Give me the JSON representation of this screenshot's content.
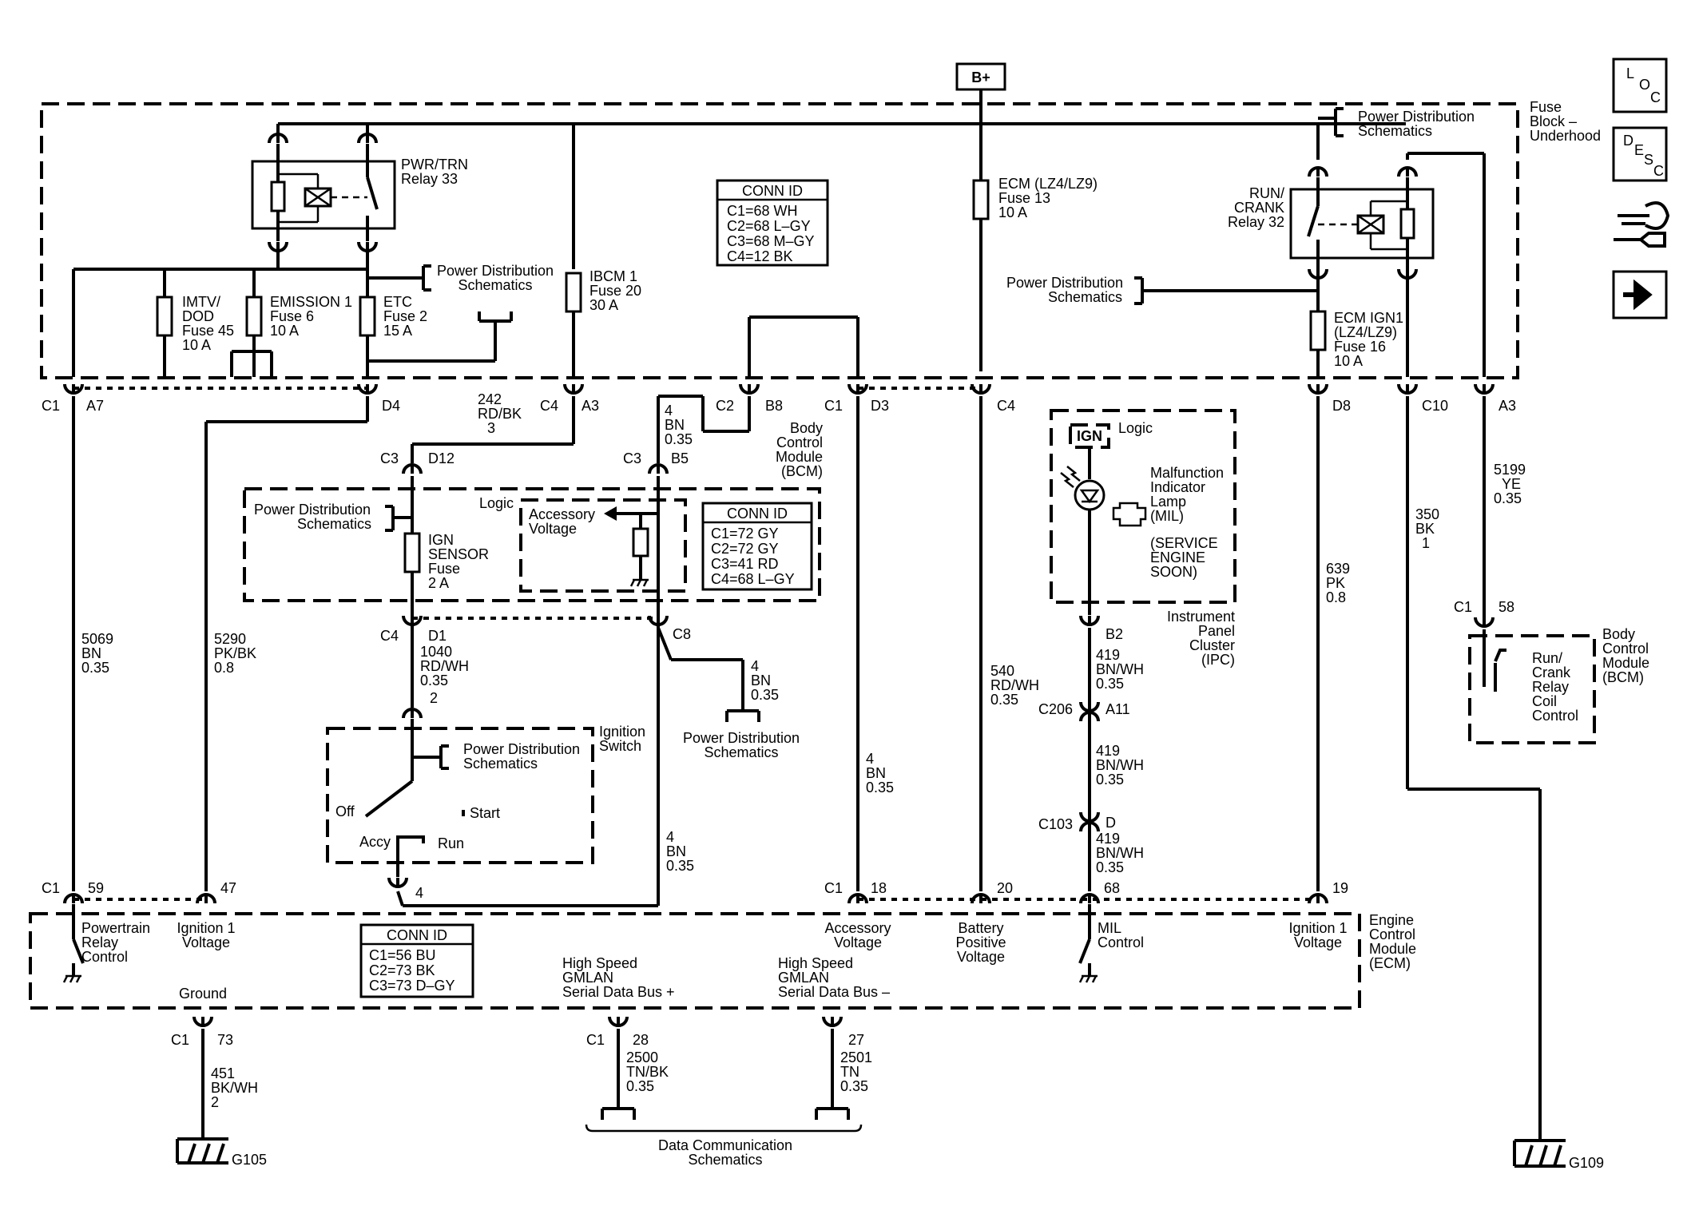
{
  "battery": "B+",
  "nav_icons": {
    "loc": [
      "L",
      "O",
      "C"
    ],
    "desc": [
      "D",
      "E",
      "S",
      "C"
    ],
    "connector_icon": "connector-icon",
    "arrow_icon": "right-arrow-icon"
  },
  "fuse_block": {
    "title": [
      "Fuse",
      "Block –",
      "Underhood"
    ]
  },
  "pwr_trn_relay": [
    "PWR/TRN",
    "Relay 33"
  ],
  "run_crank_relay": [
    "RUN/",
    "CRANK",
    "Relay 32"
  ],
  "pds_label": [
    "Power Distribution",
    "Schematics"
  ],
  "fuse_imtv": [
    "IMTV/",
    "DOD",
    "Fuse 45",
    "10 A"
  ],
  "fuse_emission": [
    "EMISSION 1",
    "Fuse 6",
    "10 A"
  ],
  "fuse_etc": [
    "ETC",
    "Fuse 2",
    "15 A"
  ],
  "fuse_ibcm": [
    "IBCM 1",
    "Fuse 20",
    "30 A"
  ],
  "fuse_ecm": [
    "ECM (LZ4/LZ9)",
    "Fuse 13",
    "10 A"
  ],
  "fuse_ecm_ign": [
    "ECM IGN1",
    "(LZ4/LZ9)",
    "Fuse 16",
    "10 A"
  ],
  "fuse_ign_sensor": [
    "IGN",
    "SENSOR",
    "Fuse",
    "2 A"
  ],
  "conn_fuse_block": {
    "title": "CONN ID",
    "rows": [
      "C1=68 WH",
      "C2=68 L–GY",
      "C3=68 M–GY",
      "C4=12 BK"
    ]
  },
  "conn_bcm": {
    "title": "CONN ID",
    "rows": [
      "C1=72 GY",
      "C2=72 GY",
      "C3=41 RD",
      "C4=68 L–GY"
    ]
  },
  "conn_ecm": {
    "title": "CONN ID",
    "rows": [
      "C1=56 BU",
      "C2=73 BK",
      "C3=73 D–GY"
    ]
  },
  "fb_pins": {
    "c1": "C1",
    "a7": "A7",
    "d4": "D4",
    "c4": "C4",
    "a3": "A3",
    "c2": "C2",
    "b8": "B8",
    "c1b": "C1",
    "d3": "D3",
    "c4b": "C4",
    "d8": "D8",
    "c10": "C10",
    "a3b": "A3"
  },
  "bcm": {
    "label": [
      "Body",
      "Control",
      "Module",
      "(BCM)"
    ],
    "logic": "Logic",
    "accessory": [
      "Accessory",
      "Voltage"
    ],
    "c3": "C3",
    "d12": "D12",
    "c3b": "C3",
    "b5": "B5",
    "c4": "C4",
    "d1": "D1",
    "c8": "C8"
  },
  "bcm_right": {
    "label": [
      "Body",
      "Control",
      "Module",
      "(BCM)"
    ],
    "c1": "C1",
    "pin": "58",
    "text": [
      "Run/",
      "Crank",
      "Relay",
      "Coil",
      "Control"
    ]
  },
  "ipc": {
    "ign": "IGN",
    "logic": "Logic",
    "mil": [
      "Malfunction",
      "Indicator",
      "Lamp",
      "(MIL)"
    ],
    "service": [
      "(SERVICE",
      "ENGINE",
      "SOON)"
    ],
    "label": [
      "Instrument",
      "Panel",
      "Cluster",
      "(IPC)"
    ],
    "b2": "B2"
  },
  "ignition_switch": {
    "label": [
      "Ignition",
      "Switch"
    ],
    "off": "Off",
    "start": "Start",
    "accy": "Accy",
    "run": "Run",
    "pin_top": "2",
    "pin_bot": "4"
  },
  "wires": {
    "w242": [
      "242",
      "RD/BK",
      "3"
    ],
    "w4a": [
      "4",
      "BN",
      "0.35"
    ],
    "w5069": [
      "5069",
      "BN",
      "0.35"
    ],
    "w5290": [
      "5290",
      "PK/BK",
      "0.8"
    ],
    "w1040": [
      "1040",
      "RD/WH",
      "0.35"
    ],
    "w4b": [
      "4",
      "BN",
      "0.35"
    ],
    "w4c": [
      "4",
      "BN",
      "0.35"
    ],
    "w4d": [
      "4",
      "BN",
      "0.35"
    ],
    "w540": [
      "540",
      "RD/WH",
      "0.35"
    ],
    "w419a": [
      "419",
      "BN/WH",
      "0.35"
    ],
    "w419b": [
      "419",
      "BN/WH",
      "0.35"
    ],
    "w419c": [
      "419",
      "BN/WH",
      "0.35"
    ],
    "w639": [
      "639",
      "PK",
      "0.8"
    ],
    "w350": [
      "350",
      "BK",
      "1"
    ],
    "w5199": [
      "5199",
      "YE",
      "0.35"
    ],
    "w451": [
      "451",
      "BK/WH",
      "2"
    ],
    "w2500": [
      "2500",
      "TN/BK",
      "0.35"
    ],
    "w2501": [
      "2501",
      "TN",
      "0.35"
    ]
  },
  "inline": {
    "c206": "C206",
    "a11": "A11",
    "c103": "C103",
    "d": "D"
  },
  "ecm": {
    "label": [
      "Engine",
      "Control",
      "Module",
      "(ECM)"
    ],
    "c1": "C1",
    "p59": "59",
    "p47": "47",
    "c1b": "C1",
    "p18": "18",
    "p20": "20",
    "p68": "68",
    "p19": "19",
    "p73": "73",
    "p28": "28",
    "p27": "27",
    "c1c": "C1",
    "c1d": "C1",
    "powertrain": [
      "Powertrain",
      "Relay",
      "Control"
    ],
    "ign1": [
      "Ignition 1",
      "Voltage"
    ],
    "accessory": [
      "Accessory",
      "Voltage"
    ],
    "battery": [
      "Battery",
      "Positive",
      "Voltage"
    ],
    "mil": [
      "MIL",
      "Control"
    ],
    "ign1b": [
      "Ignition 1",
      "Voltage"
    ],
    "ground": "Ground",
    "hs_plus": [
      "High Speed",
      "GMLAN",
      "Serial Data Bus +"
    ],
    "hs_minus": [
      "High Speed",
      "GMLAN",
      "Serial Data Bus –"
    ]
  },
  "grounds": {
    "g105": "G105",
    "g109": "G109"
  },
  "data_comm": [
    "Data Communication",
    "Schematics"
  ]
}
